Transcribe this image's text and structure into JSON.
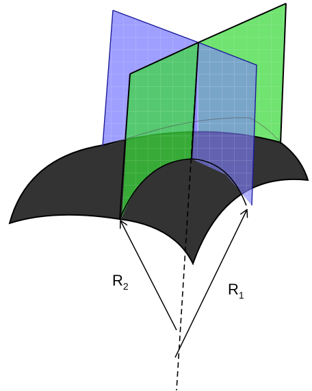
{
  "labels": {
    "r2": {
      "main": "R",
      "sub": "2"
    },
    "r1": {
      "main": "R",
      "sub": "1"
    }
  },
  "colors": {
    "surface": "#333333",
    "surface_edge": "#000000",
    "blue_plane": "#7f7fff",
    "green_plane": "#39d839",
    "plane_edge": "#1a1a99",
    "arrow": "#000000"
  }
}
